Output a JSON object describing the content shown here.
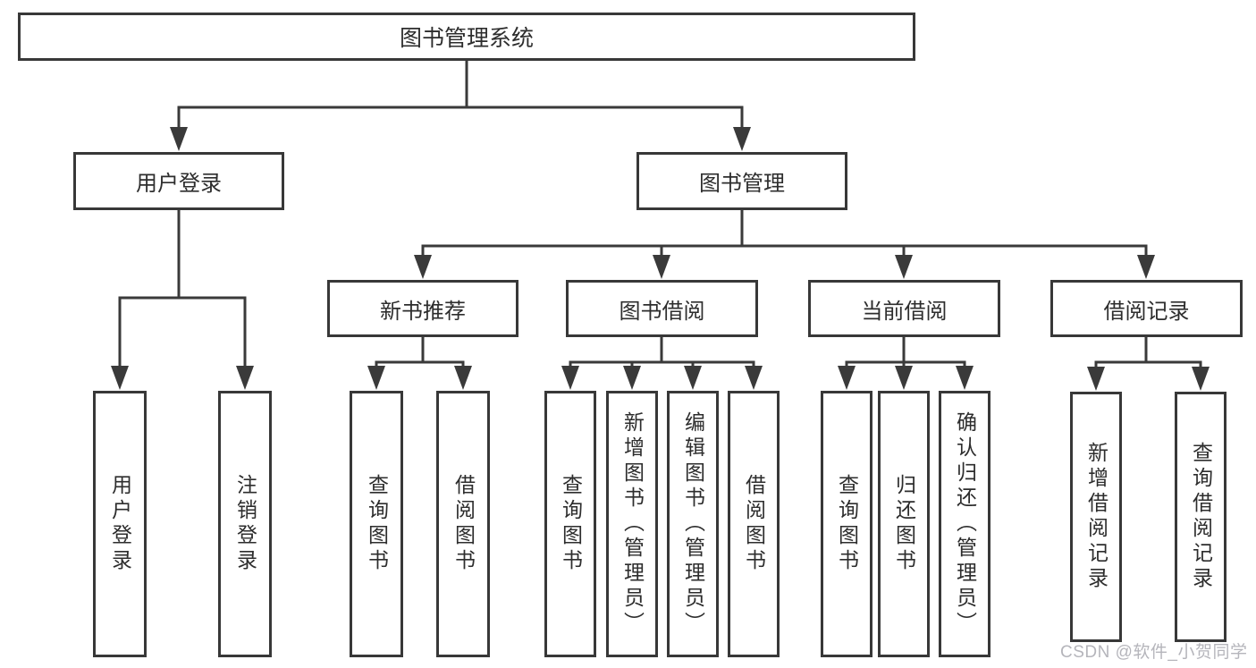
{
  "diagram_type": "function-structure-tree",
  "tree": {
    "root": {
      "label": "图书管理系统"
    },
    "children": [
      {
        "label": "用户登录",
        "children": [
          {
            "label": "用户登录"
          },
          {
            "label": "注销登录"
          }
        ]
      },
      {
        "label": "图书管理",
        "children": [
          {
            "label": "新书推荐",
            "children": [
              {
                "label": "查询图书"
              },
              {
                "label": "借阅图书"
              }
            ]
          },
          {
            "label": "图书借阅",
            "children": [
              {
                "label": "查询图书"
              },
              {
                "label": "新增图书（管理员）"
              },
              {
                "label": "编辑图书（管理员）"
              },
              {
                "label": "借阅图书"
              }
            ]
          },
          {
            "label": "当前借阅",
            "children": [
              {
                "label": "查询图书"
              },
              {
                "label": "归还图书"
              },
              {
                "label": "确认归还（管理员）"
              }
            ]
          },
          {
            "label": "借阅记录",
            "children": [
              {
                "label": "新增借阅记录"
              },
              {
                "label": "查询借阅记录"
              }
            ]
          }
        ]
      }
    ]
  },
  "watermark": {
    "text": "CSDN @软件_小贺同学"
  },
  "colors": {
    "background": "#ffffff",
    "box_border": "#383838",
    "line": "#3a3a3a",
    "text": "#2d2d2d",
    "watermark_text": "#b5b5bb"
  }
}
